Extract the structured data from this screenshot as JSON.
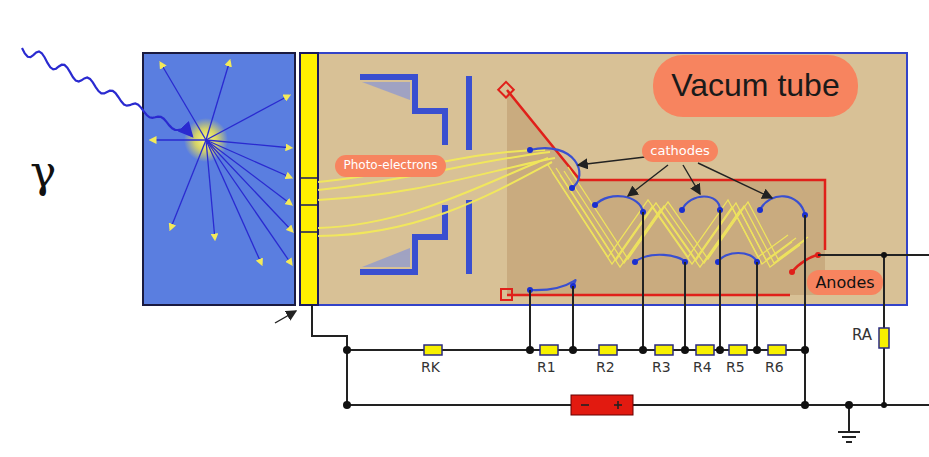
{
  "diagram": {
    "nodes": [
      {
        "text": [
          "Vacum tube"
        ]
      },
      {
        "text": [
          "Photo-electrons"
        ]
      },
      {
        "text": [
          "cathodes"
        ]
      },
      {
        "text": [
          "Anodes"
        ]
      }
    ],
    "labels": [
      "γ",
      "RK",
      "R1",
      "R2",
      "R3",
      "R4",
      "R5",
      "R6",
      "RA"
    ]
  }
}
